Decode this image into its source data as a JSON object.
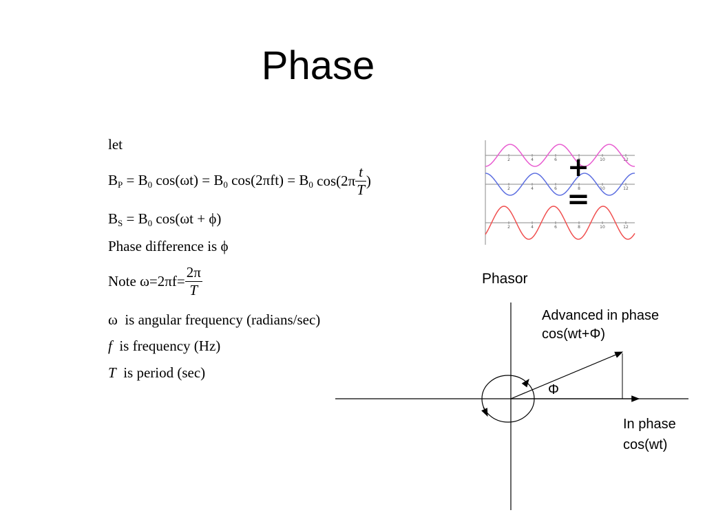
{
  "title": "Phase",
  "eq": {
    "let": "let",
    "bp": "B",
    "bp_sub": "P",
    "bp_rhs1": "= B",
    "sub0": "0",
    "cos_wt": "cos(ωt) = B",
    "cos_2pift": "cos(2πft) = B",
    "cos_2pi": "cos(2π",
    "t_over": "t",
    "T_under": "T",
    "close_paren": ")",
    "bs": "B",
    "bs_sub": "S",
    "bs_rhs": "= B",
    "bs_cos": "cos(ωt + ϕ)",
    "phase_diff": "Phase difference is ϕ",
    "note_prefix": "Note ω=2πf=",
    "note_num": "2π",
    "note_den": "T",
    "omega_sym": "ω",
    "omega_desc": "is angular frequency (radians/sec)",
    "f_sym": "f",
    "f_desc": "is frequency (Hz)",
    "T_sym": "T",
    "T_desc": "is period (sec)"
  },
  "waves": {
    "plus_symbol": "+",
    "equals_symbol": "=",
    "tick_labels": [
      "2",
      "4",
      "6",
      "8",
      "10",
      "12"
    ],
    "colors": {
      "top": "#e85bd0",
      "middle": "#5c6ee0",
      "bottom": "#f05050",
      "axis": "#888888"
    }
  },
  "phasor": {
    "heading": "Phasor",
    "advanced_line1": "Advanced in phase",
    "advanced_line2": "cos(wt+Φ)",
    "phi_label": "Φ",
    "inphase_line1": "In phase",
    "inphase_line2": "cos(wt)"
  }
}
